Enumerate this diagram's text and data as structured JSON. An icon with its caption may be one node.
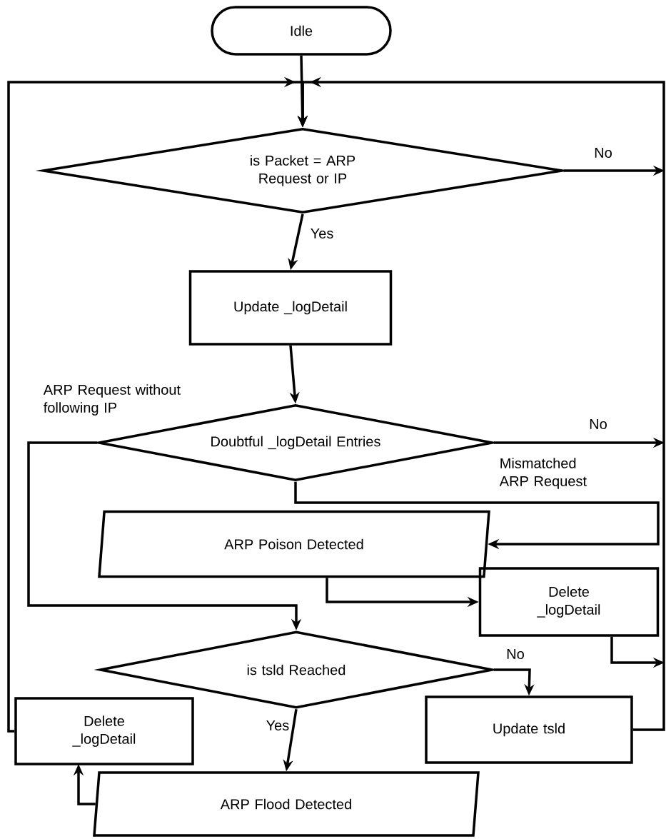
{
  "diagram": {
    "nodes": [
      {
        "text": [
          "Idle"
        ]
      },
      {
        "text": [
          "is Packet = ARP Request or IP"
        ]
      },
      {
        "text": [
          "Update _logDetail"
        ]
      },
      {
        "text": [
          "Doubtful _logDetail Entries"
        ]
      },
      {
        "text": [
          "ARP Poison Detected"
        ]
      },
      {
        "text": [
          "Delete _logDetail"
        ]
      },
      {
        "text": [
          "is tsld Reached"
        ]
      },
      {
        "text": [
          "Delete _logDetail"
        ]
      },
      {
        "text": [
          "Update tsld"
        ]
      },
      {
        "text": [
          "ARP Flood Detected"
        ]
      }
    ],
    "edges": [
      {
        "from": 0,
        "to": 1,
        "arrow": "to"
      },
      {
        "from": 7,
        "to": 1,
        "arrow": "to"
      },
      {
        "from": 8,
        "to": 1,
        "arrow": "to"
      },
      {
        "from": 1,
        "to": null,
        "arrow": "to",
        "label": "No"
      },
      {
        "from": 1,
        "to": 2,
        "arrow": "to",
        "label": "Yes"
      },
      {
        "from": 2,
        "to": 3,
        "arrow": "to"
      },
      {
        "from": 3,
        "to": null,
        "arrow": "to",
        "label": "No"
      },
      {
        "from": 3,
        "to": 4,
        "arrow": "to",
        "label": "Mismatched ARP Request"
      },
      {
        "from": 3,
        "to": 6,
        "arrow": "to",
        "label": "ARP Request without following IP"
      },
      {
        "from": 4,
        "to": 5,
        "arrow": "to"
      },
      {
        "from": 5,
        "to": null,
        "arrow": "to"
      },
      {
        "from": 6,
        "to": 8,
        "arrow": "to",
        "label": "No"
      },
      {
        "from": 6,
        "to": 9,
        "arrow": "to",
        "label": "Yes"
      },
      {
        "from": 9,
        "to": 7,
        "arrow": "to"
      }
    ]
  }
}
